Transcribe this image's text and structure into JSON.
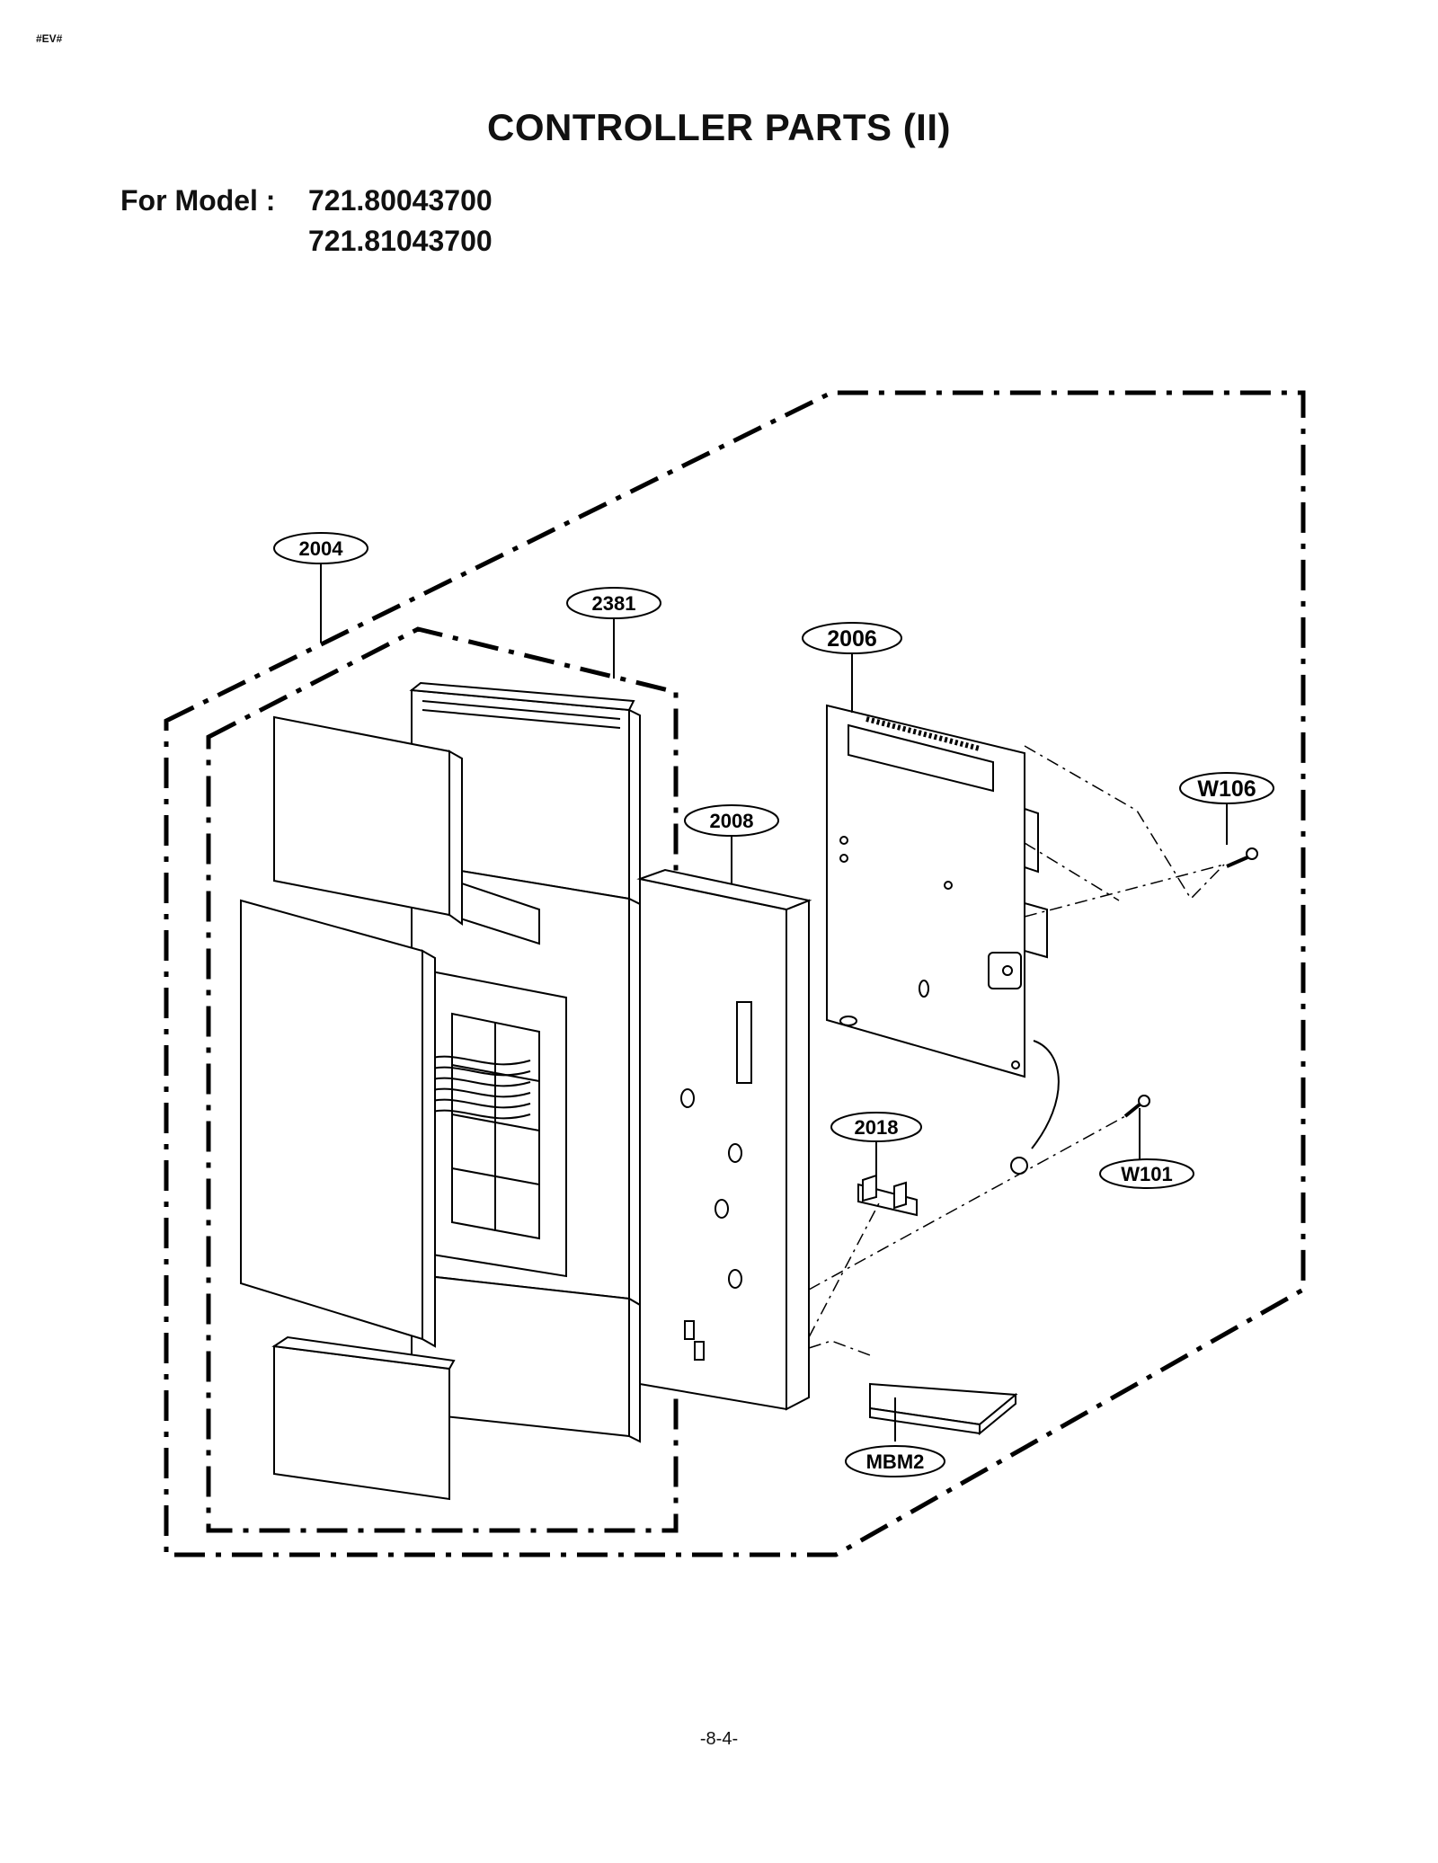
{
  "header": {
    "corner_tag": "#EV#"
  },
  "title": "CONTROLLER PARTS (II)",
  "model": {
    "label": "For Model :",
    "numbers": [
      "721.80043700",
      "721.81043700"
    ]
  },
  "callouts": [
    {
      "id": "2004",
      "label": "2004"
    },
    {
      "id": "2381",
      "label": "2381"
    },
    {
      "id": "2006",
      "label": "2006"
    },
    {
      "id": "2008",
      "label": "2008"
    },
    {
      "id": "W106",
      "label": "W106"
    },
    {
      "id": "2018",
      "label": "2018"
    },
    {
      "id": "W101",
      "label": "W101"
    },
    {
      "id": "MBM2",
      "label": "MBM2"
    }
  ],
  "footer": {
    "page_number": "-8-4-"
  }
}
